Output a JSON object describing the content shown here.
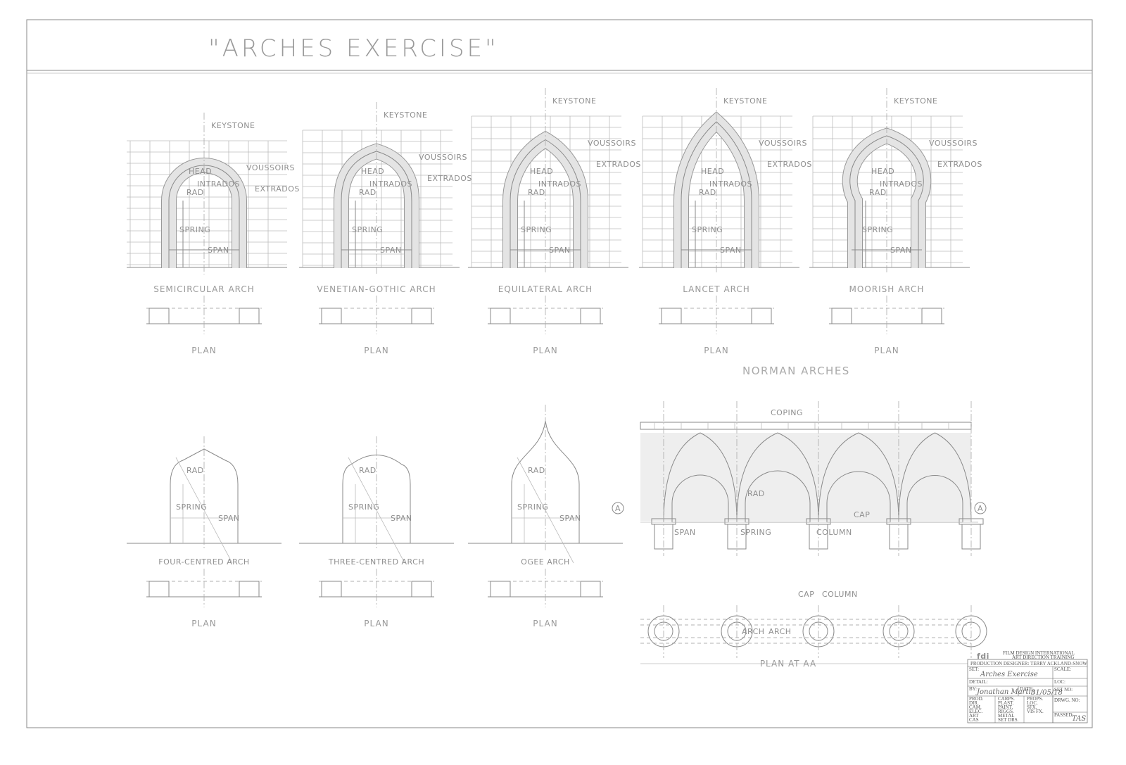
{
  "title": "\"ARCHES EXERCISE\"",
  "top_row": [
    {
      "name": "SEMICIRCULAR ARCH",
      "type": "round",
      "labels": [
        "KEYSTONE",
        "VOUSSOIRS",
        "EXTRADOS",
        "HEAD",
        "INTRADOS",
        "RAD",
        "SPRING",
        "SPAN"
      ],
      "plan": "PLAN"
    },
    {
      "name": "VENETIAN-GOTHIC ARCH",
      "type": "venetian",
      "labels": [
        "KEYSTONE",
        "VOUSSOIRS",
        "EXTRADOS",
        "HEAD",
        "INTRADOS",
        "RAD",
        "SPRING",
        "SPAN"
      ],
      "plan": "PLAN"
    },
    {
      "name": "EQUILATERAL ARCH",
      "type": "equilateral",
      "labels": [
        "KEYSTONE",
        "VOUSSOIRS",
        "EXTRADOS",
        "HEAD",
        "INTRADOS",
        "RAD",
        "SPRING",
        "SPAN"
      ],
      "plan": "PLAN"
    },
    {
      "name": "LANCET ARCH",
      "type": "lancet",
      "labels": [
        "KEYSTONE",
        "VOUSSOIRS",
        "EXTRADOS",
        "HEAD",
        "INTRADOS",
        "RAD",
        "SPRING",
        "SPAN"
      ],
      "plan": "PLAN"
    },
    {
      "name": "MOORISH ARCH",
      "type": "moorish",
      "labels": [
        "KEYSTONE",
        "VOUSSOIRS",
        "EXTRADOS",
        "HEAD",
        "INTRADOS",
        "RAD",
        "SPRING",
        "SPAN"
      ],
      "plan": "PLAN"
    }
  ],
  "bottom_row": [
    {
      "name": "FOUR-CENTRED ARCH",
      "type": "four",
      "labels": [
        "SPRING",
        "SPAN",
        "RAD"
      ],
      "plan": "PLAN"
    },
    {
      "name": "THREE-CENTRED ARCH",
      "type": "three",
      "labels": [
        "SPRING",
        "SPAN",
        "RAD"
      ],
      "plan": "PLAN"
    },
    {
      "name": "OGEE ARCH",
      "type": "ogee",
      "labels": [
        "SPRING",
        "SPAN",
        "RAD"
      ],
      "plan": "PLAN"
    }
  ],
  "norman": {
    "title": "NORMAN ARCHES",
    "labels": {
      "coping": "COPING",
      "span": "SPAN",
      "spring": "SPRING",
      "column": "COLUMN",
      "cap": "CAP",
      "rad": "RAD",
      "section_a": "A"
    },
    "plan_labels": {
      "cap": "CAP",
      "column": "COLUMN",
      "arch": "ARCH"
    },
    "plan_title": "PLAN AT AA"
  },
  "title_block": {
    "logo": "fdi",
    "company": "FILM DESIGN INTERNATIONAL",
    "company_sub": "ART DIRECTION TRAINING",
    "designer": "PRODUCTION DESIGNER: TERRY ACKLAND-SNOW",
    "set_label": "SET:",
    "set_value": "Arches Exercise",
    "scale_label": "SCALE:",
    "detail_label": "DETAIL:",
    "loc_label": "LOC:",
    "by_label": "BY:",
    "by_value": "Jonathan Martin",
    "date_label": "DATE:",
    "date_value": "31/05/18",
    "set_no_label": "SET NO:",
    "drwg_no_label": "DRWG. NO:",
    "passed_label": "PASSED:",
    "passed_value": "TAS",
    "col1": [
      "PROD.",
      "DIR.",
      "CAM.",
      "ELEC.",
      "ART",
      "CAS"
    ],
    "col2": [
      "CARPS.",
      "PLAST.",
      "PAINT.",
      "RIGGS.",
      "METAL",
      "SET DRS."
    ],
    "col3": [
      "PROPS.",
      "LOC.",
      "SFX.",
      "VIS FX.",
      "",
      ""
    ]
  }
}
